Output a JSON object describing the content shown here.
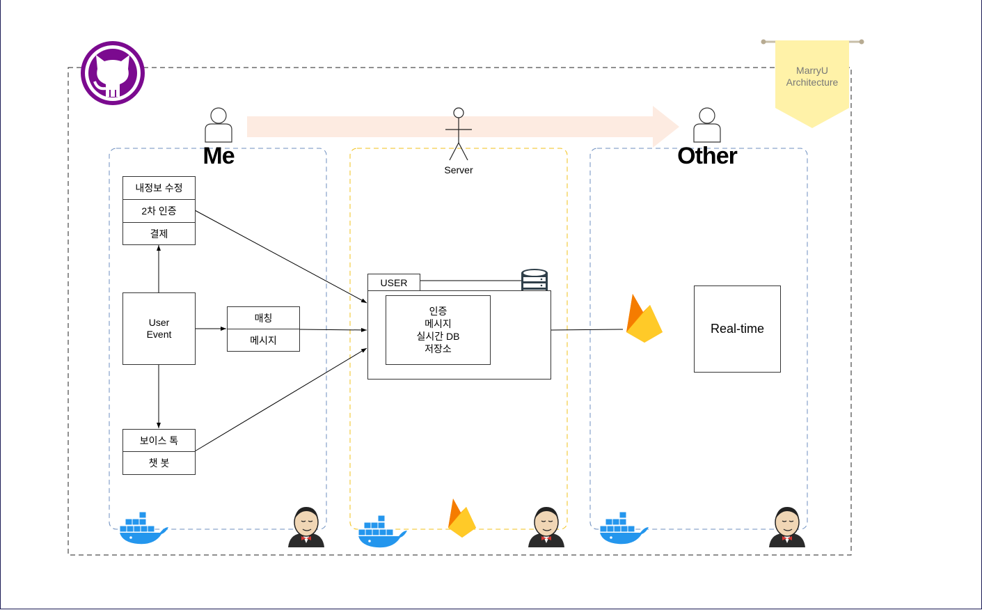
{
  "banner": {
    "line1": "MarryU",
    "line2": "Architecture"
  },
  "actors": {
    "me": "Me",
    "other": "Other",
    "server": "Server"
  },
  "me_top_list": [
    "내정보 수정",
    "2차 인증",
    "결제"
  ],
  "user_event": {
    "line1": "User",
    "line2": "Event"
  },
  "match_list": [
    "매칭",
    "메시지"
  ],
  "voice_list": [
    "보이스 톡",
    "챗 봇"
  ],
  "user_db": {
    "tab": "USER",
    "lines": [
      "인증",
      "메시지",
      "실시간 DB",
      "저장소"
    ]
  },
  "realtime": "Real-time",
  "icons": [
    "github-icon",
    "docker-icon",
    "jenkins-icon",
    "firebase-icon",
    "database-icon",
    "person-icon"
  ],
  "colors": {
    "github": "#7b0a8f",
    "zone_blue": "#6c8ebf",
    "zone_yellow": "#f2c21a",
    "banner": "#fff2a8",
    "arrow": "#fde8dc"
  }
}
